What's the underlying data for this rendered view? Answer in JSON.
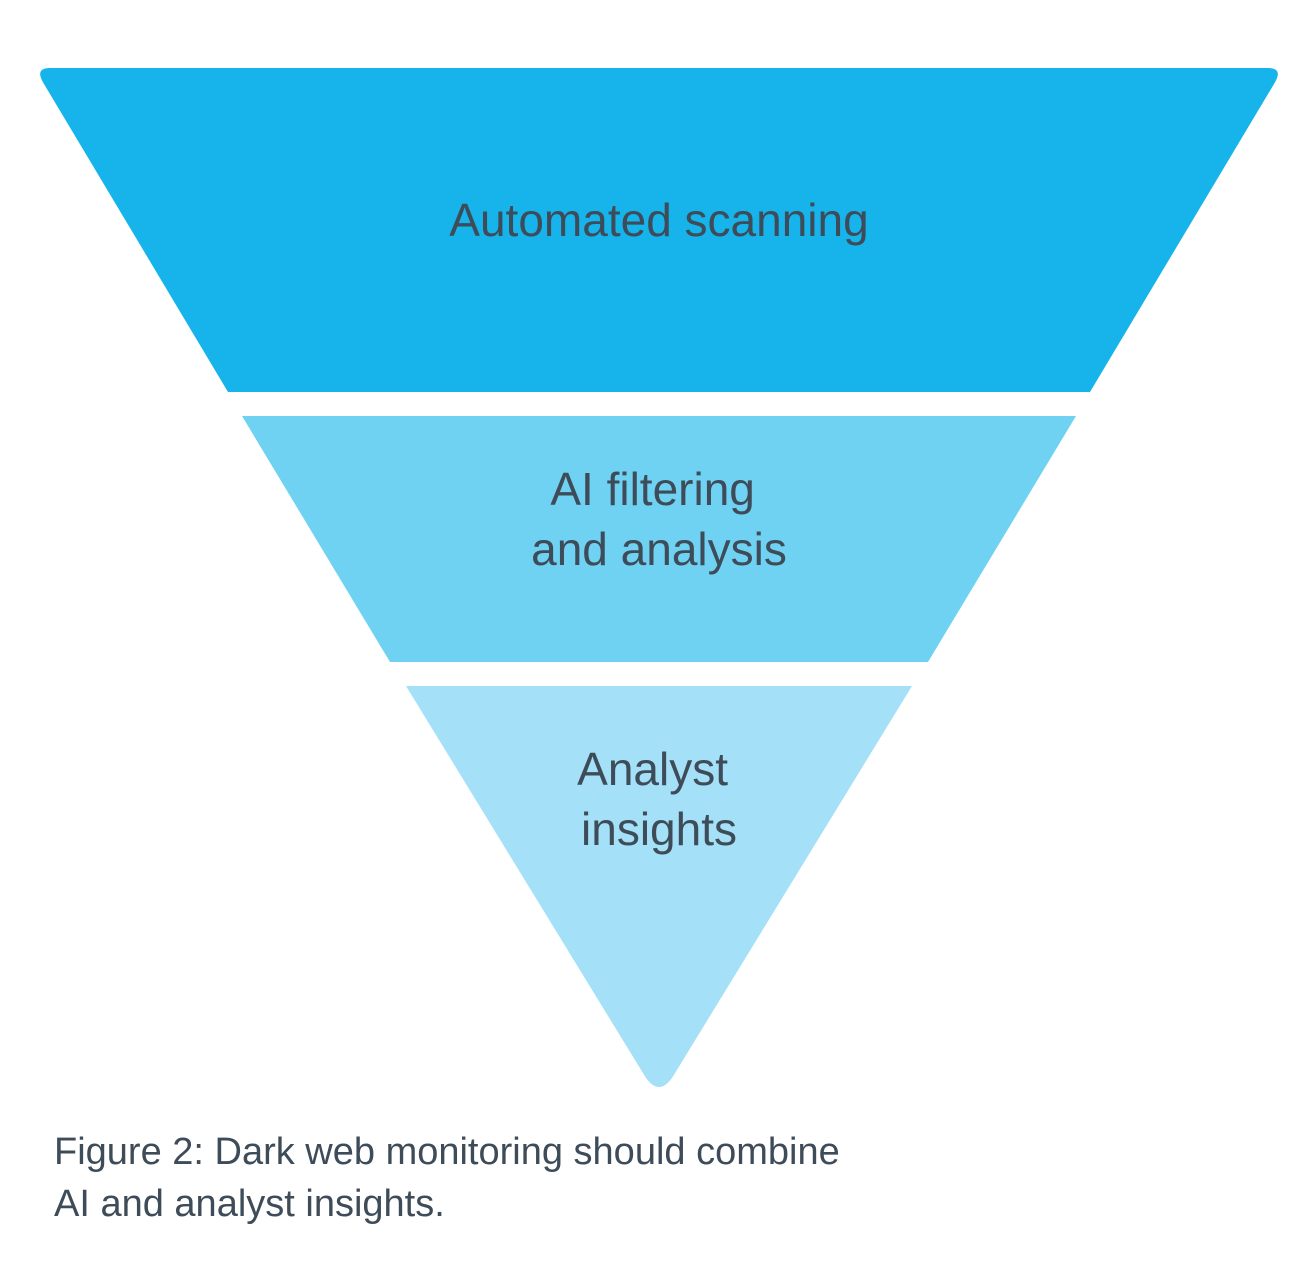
{
  "diagram": {
    "type": "inverted-funnel",
    "tiers": [
      {
        "lines": [
          "Automated scanning"
        ],
        "color": "#16b4ea"
      },
      {
        "lines": [
          "AI filtering",
          "and analysis"
        ],
        "color": "#70d2f2"
      },
      {
        "lines": [
          "Analyst",
          "insights"
        ],
        "color": "#a4e0f7"
      }
    ],
    "text_color": "#3e4c59"
  },
  "caption": {
    "lines": [
      "Figure 2: Dark web monitoring should combine",
      "AI and analyst insights."
    ]
  }
}
